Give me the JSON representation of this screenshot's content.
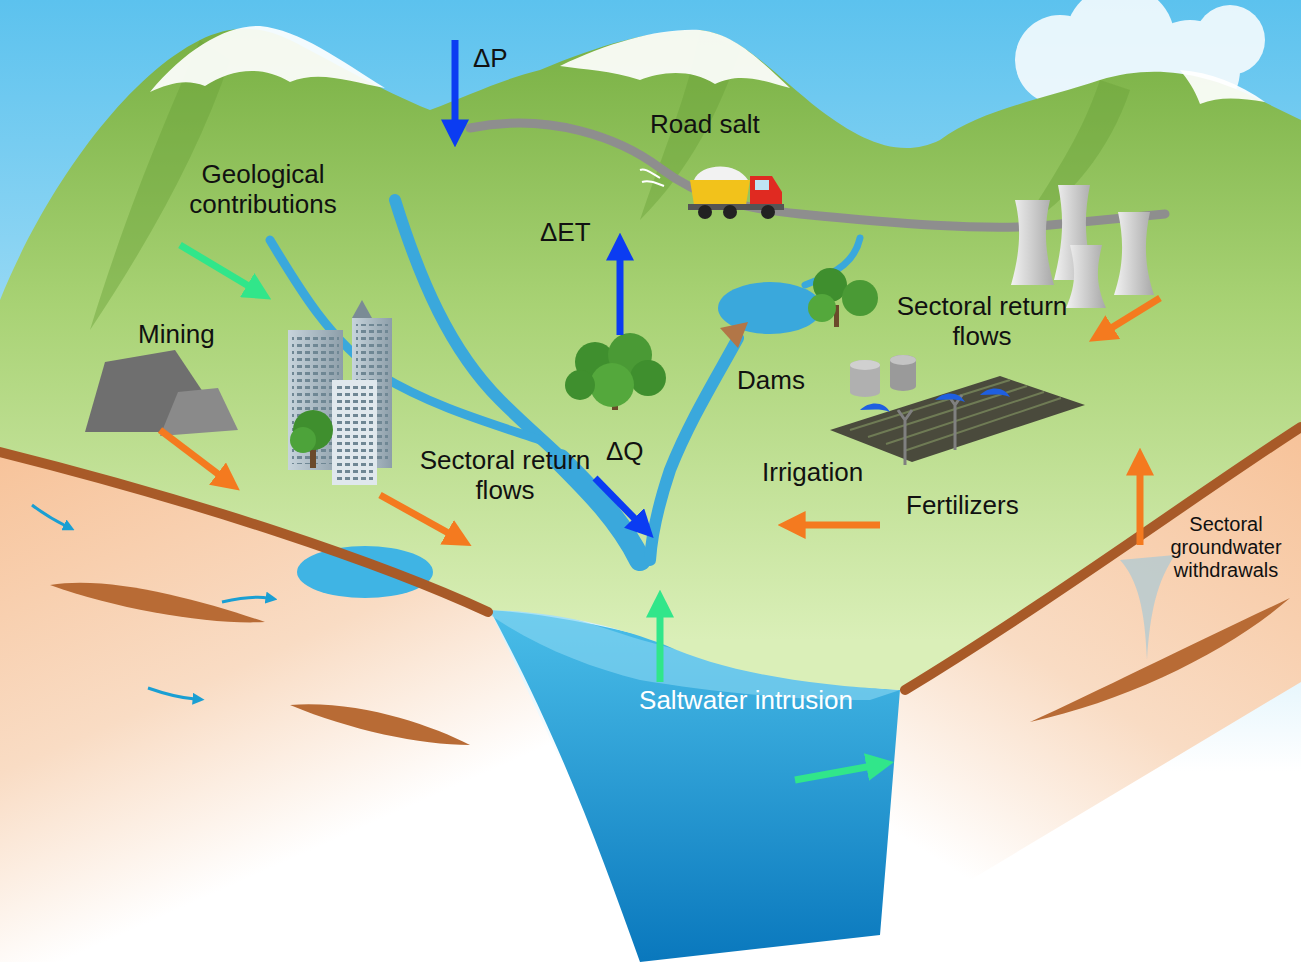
{
  "diagram": {
    "labels": [
      "ΔP",
      "Road salt",
      "Geological contributions",
      "ΔET",
      "Sectoral return flows",
      "Mining",
      "Dams",
      "ΔQ",
      "Sectoral return flows",
      "Irrigation",
      "Fertilizers",
      "Sectoral groundwater withdrawals",
      "Saltwater intrusion"
    ]
  }
}
